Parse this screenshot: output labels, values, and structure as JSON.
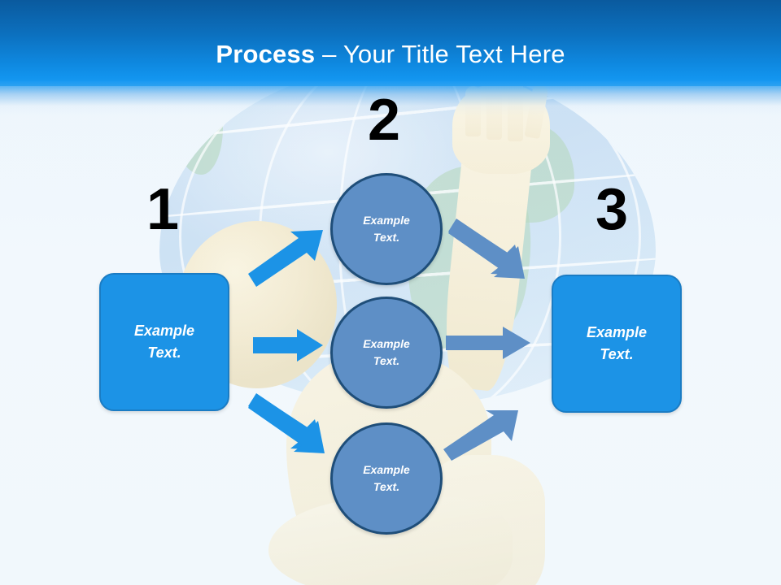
{
  "slide": {
    "title_strong": "Process",
    "title_rest": " – Your Title Text Here",
    "background_color": "#F1F8FC",
    "header_color_top": "#0A5A9E",
    "header_color_bottom": "#1B9BF2"
  },
  "steps": [
    {
      "number": "1",
      "label": "Example\nText."
    },
    {
      "number": "2"
    },
    {
      "number": "3",
      "label": "Example\nText."
    }
  ],
  "boxes": {
    "left": {
      "text": "Example\nText.",
      "fill": "#1C93E6",
      "stroke": "#1A7CC4",
      "text_color": "#FFFFFF"
    },
    "right": {
      "text": "Example\nText.",
      "fill": "#1C93E6",
      "stroke": "#1A7CC4",
      "text_color": "#FFFFFF"
    }
  },
  "nodes": [
    {
      "id": "top",
      "text": "Example\nText.",
      "fill": "#5E8FC6",
      "stroke": "#1F4E79"
    },
    {
      "id": "middle",
      "text": "Example\nText.",
      "fill": "#5E8FC6",
      "stroke": "#1F4E79"
    },
    {
      "id": "bottom",
      "text": "Example\nText.",
      "fill": "#5E8FC6",
      "stroke": "#1F4E79"
    }
  ],
  "arrows": {
    "inbound_color": "#1C93E6",
    "outbound_color": "#5E8FC6",
    "items": [
      {
        "id": "left-to-top",
        "direction": "up-right",
        "color": "#1C93E6"
      },
      {
        "id": "left-to-middle",
        "direction": "right",
        "color": "#1C93E6"
      },
      {
        "id": "left-to-bottom",
        "direction": "down-right",
        "color": "#1C93E6"
      },
      {
        "id": "top-to-right",
        "direction": "down-right",
        "color": "#5E8FC6"
      },
      {
        "id": "middle-to-right",
        "direction": "right",
        "color": "#5E8FC6"
      },
      {
        "id": "bottom-to-right",
        "direction": "up-right",
        "color": "#5E8FC6"
      }
    ]
  },
  "artwork": {
    "globe_label": "globe-illustration",
    "figure_label": "atlas-figure-illustration"
  }
}
